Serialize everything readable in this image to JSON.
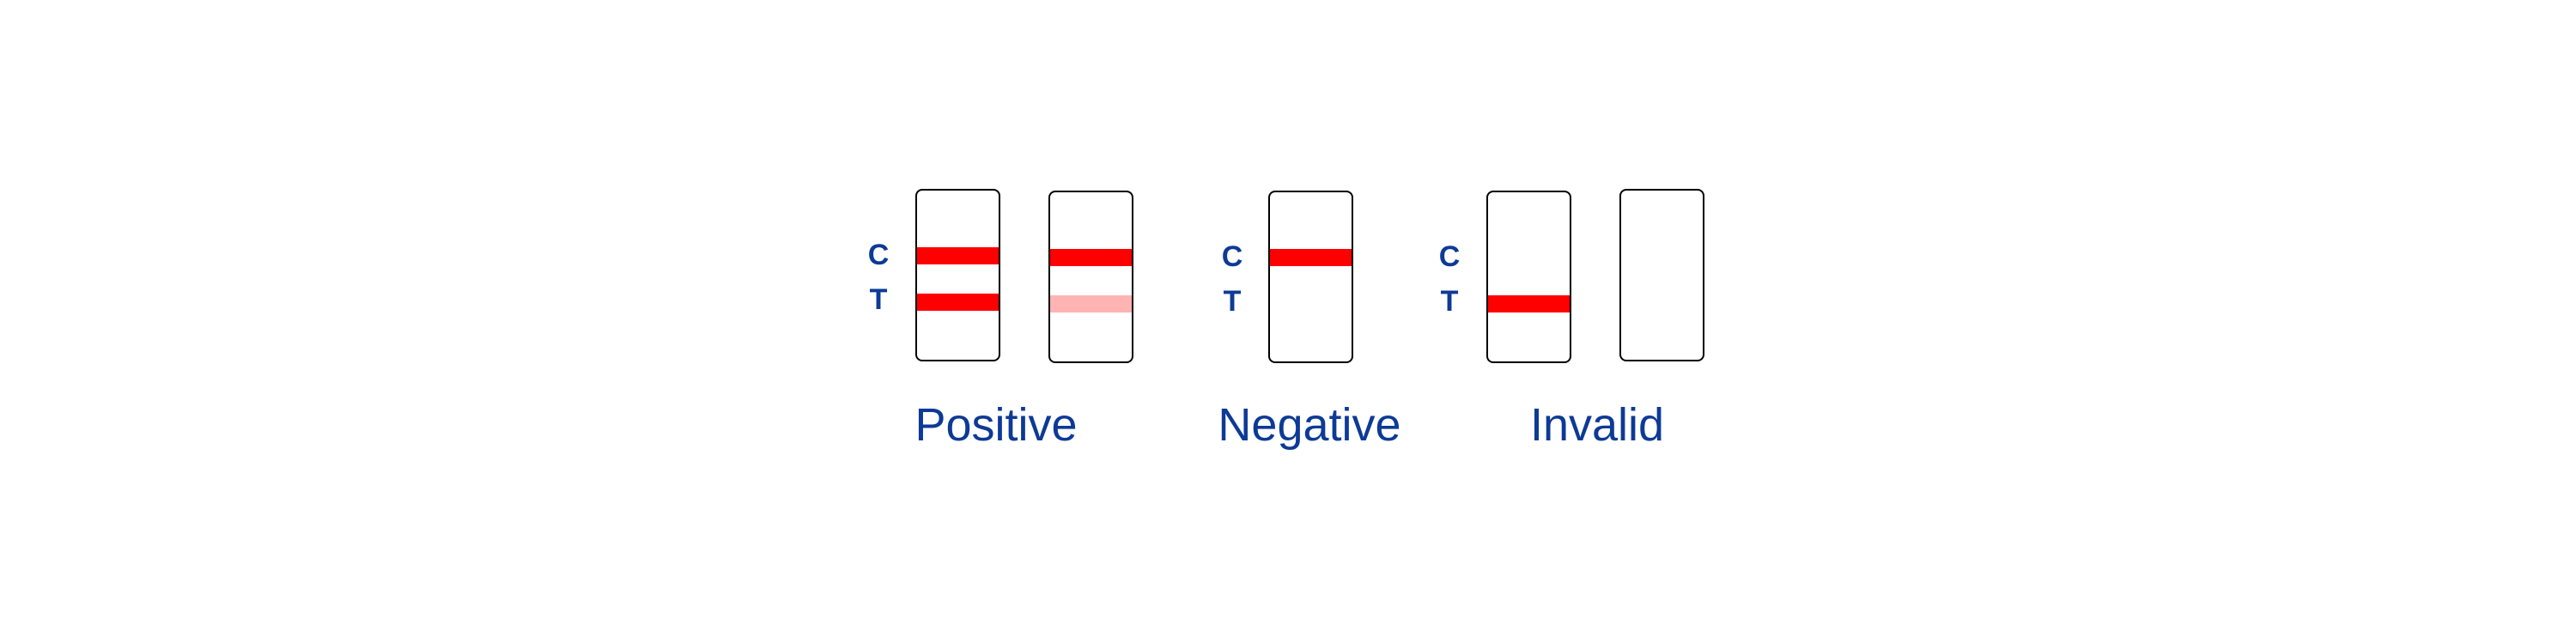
{
  "labels": {
    "control": "C",
    "test": "T"
  },
  "colors": {
    "band_strong": "#ff0000",
    "band_faint": "#ffb3b3",
    "text": "#0d3a96"
  },
  "groups": [
    {
      "caption": "Positive",
      "strips": [
        {
          "c_band": "strong",
          "t_band": "strong"
        },
        {
          "c_band": "strong",
          "t_band": "faint"
        }
      ]
    },
    {
      "caption": "Negative",
      "strips": [
        {
          "c_band": "strong",
          "t_band": "none"
        }
      ]
    },
    {
      "caption": "Invalid",
      "strips": [
        {
          "c_band": "none",
          "t_band": "strong"
        },
        {
          "c_band": "none",
          "t_band": "none"
        }
      ]
    }
  ]
}
